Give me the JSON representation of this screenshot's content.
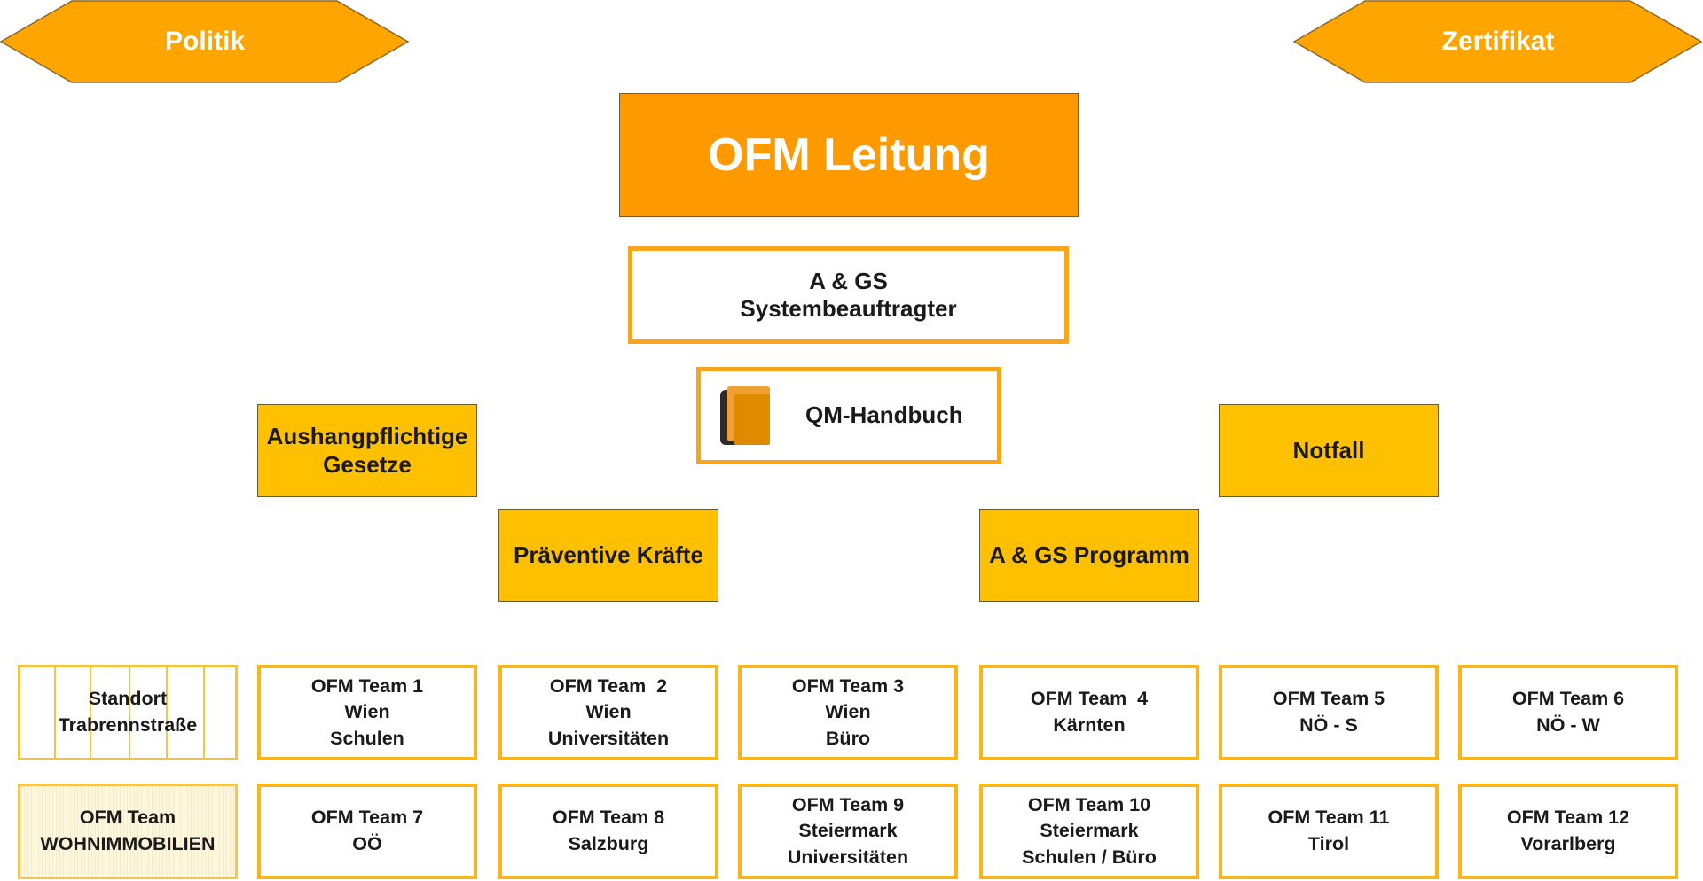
{
  "top": {
    "politik": "Politik",
    "zertifikat": "Zertifikat"
  },
  "leitung": "OFM Leitung",
  "ags": [
    "A & GS",
    "Systembeauftragter"
  ],
  "qm": "QM-Handbuch",
  "middle": {
    "gesetze": [
      "Aushangpflichtige",
      "Gesetze"
    ],
    "notfall": "Notfall",
    "praeventive": "Präventive Kräfte",
    "programm": "A & GS Programm"
  },
  "teams_row1": [
    [
      "Standort",
      "Trabrennstraße"
    ],
    [
      "OFM Team 1",
      "Wien",
      "Schulen"
    ],
    [
      "OFM Team  2",
      "Wien",
      "Universitäten"
    ],
    [
      "OFM Team 3",
      "Wien",
      "Büro"
    ],
    [
      "OFM Team  4",
      "Kärnten"
    ],
    [
      "OFM Team 5",
      "NÖ - S"
    ],
    [
      "OFM Team 6",
      "NÖ - W"
    ]
  ],
  "teams_row2": [
    [
      "OFM Team",
      "WOHNIMMOBILIEN"
    ],
    [
      "OFM Team 7",
      "OÖ"
    ],
    [
      "OFM Team 8",
      "Salzburg"
    ],
    [
      "OFM Team 9",
      "Steiermark",
      "Universitäten"
    ],
    [
      "OFM Team 10",
      "Steiermark",
      "Schulen / Büro"
    ],
    [
      "OFM Team 11",
      "Tirol"
    ],
    [
      "OFM Team 12",
      "Vorarlberg"
    ]
  ],
  "colors": {
    "orange": "#ff9900",
    "hexagon": "#ffa500",
    "yellow": "#ffc000",
    "team_border": "#f9b51a"
  },
  "icons": [
    "book-icon"
  ]
}
